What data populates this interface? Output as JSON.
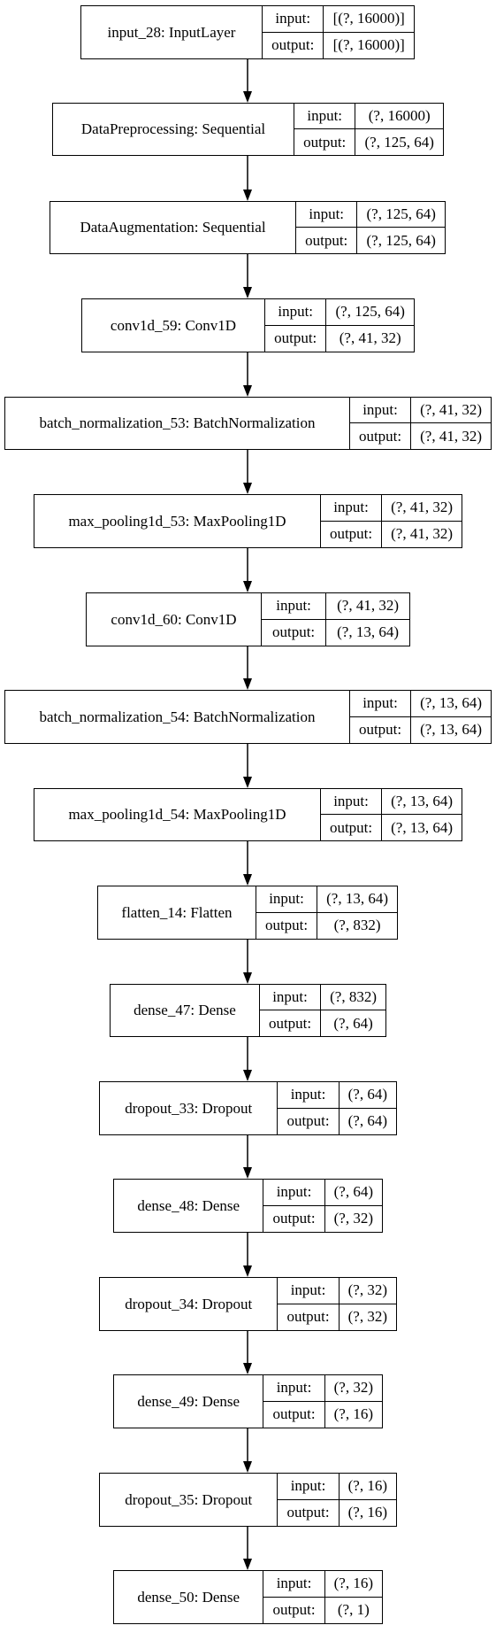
{
  "diagram": {
    "io_labels": {
      "input": "input:",
      "output": "output:"
    },
    "layers": [
      {
        "name": "input_28: InputLayer",
        "input": "[(?, 16000)]",
        "output": "[(?, 16000)]"
      },
      {
        "name": "DataPreprocessing: Sequential",
        "input": "(?, 16000)",
        "output": "(?, 125, 64)"
      },
      {
        "name": "DataAugmentation: Sequential",
        "input": "(?, 125, 64)",
        "output": "(?, 125, 64)"
      },
      {
        "name": "conv1d_59: Conv1D",
        "input": "(?, 125, 64)",
        "output": "(?, 41, 32)"
      },
      {
        "name": "batch_normalization_53: BatchNormalization",
        "input": "(?, 41, 32)",
        "output": "(?, 41, 32)"
      },
      {
        "name": "max_pooling1d_53: MaxPooling1D",
        "input": "(?, 41, 32)",
        "output": "(?, 41, 32)"
      },
      {
        "name": "conv1d_60: Conv1D",
        "input": "(?, 41, 32)",
        "output": "(?, 13, 64)"
      },
      {
        "name": "batch_normalization_54: BatchNormalization",
        "input": "(?, 13, 64)",
        "output": "(?, 13, 64)"
      },
      {
        "name": "max_pooling1d_54: MaxPooling1D",
        "input": "(?, 13, 64)",
        "output": "(?, 13, 64)"
      },
      {
        "name": "flatten_14: Flatten",
        "input": "(?, 13, 64)",
        "output": "(?, 832)"
      },
      {
        "name": "dense_47: Dense",
        "input": "(?, 832)",
        "output": "(?, 64)"
      },
      {
        "name": "dropout_33: Dropout",
        "input": "(?, 64)",
        "output": "(?, 64)"
      },
      {
        "name": "dense_48: Dense",
        "input": "(?, 64)",
        "output": "(?, 32)"
      },
      {
        "name": "dropout_34: Dropout",
        "input": "(?, 32)",
        "output": "(?, 32)"
      },
      {
        "name": "dense_49: Dense",
        "input": "(?, 32)",
        "output": "(?, 16)"
      },
      {
        "name": "dropout_35: Dropout",
        "input": "(?, 16)",
        "output": "(?, 16)"
      },
      {
        "name": "dense_50: Dense",
        "input": "(?, 16)",
        "output": "(?, 1)"
      }
    ]
  }
}
